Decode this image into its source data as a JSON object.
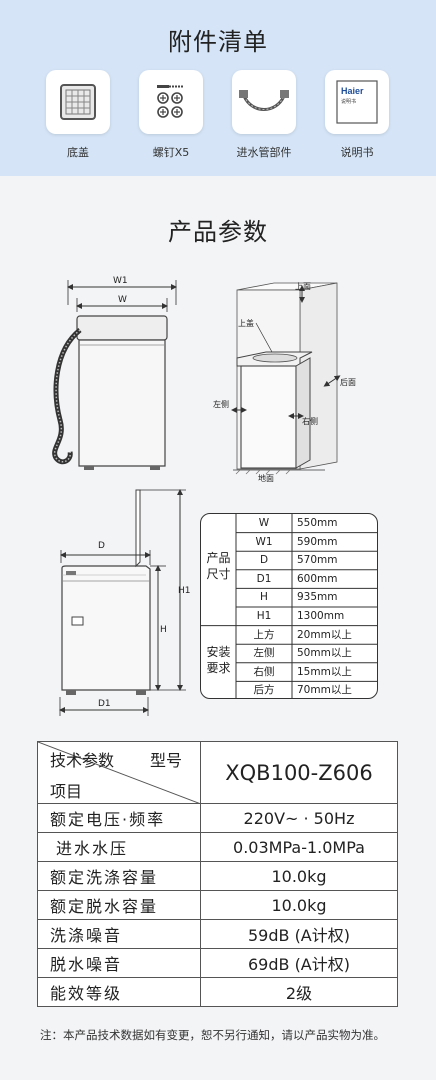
{
  "accessories": {
    "title": "附件清单",
    "items": [
      {
        "label": "底盖",
        "icon": "base-cover-icon"
      },
      {
        "label": "螺钉X5",
        "icon": "screws-icon"
      },
      {
        "label": "进水管部件",
        "icon": "water-hose-icon"
      },
      {
        "label": "说明书",
        "icon": "manual-icon",
        "brand": "Haier",
        "caption": "说明书"
      }
    ]
  },
  "params": {
    "title": "产品参数",
    "front_diagram": {
      "w1": "W1",
      "w": "W"
    },
    "install_diagram": {
      "top": "上面",
      "top_cover": "上盖",
      "back": "后面",
      "left": "左侧",
      "right": "右侧",
      "floor": "地面"
    },
    "side_diagram": {
      "d": "D",
      "h": "H",
      "h1": "H1",
      "d1": "D1"
    },
    "dims_table": {
      "group1": "产品尺寸",
      "group1_rows": [
        {
          "k": "W",
          "v": "550mm"
        },
        {
          "k": "W1",
          "v": "590mm"
        },
        {
          "k": "D",
          "v": "570mm"
        },
        {
          "k": "D1",
          "v": "600mm"
        },
        {
          "k": "H",
          "v": "935mm"
        },
        {
          "k": "H1",
          "v": "1300mm"
        }
      ],
      "group2": "安装要求",
      "group2_rows": [
        {
          "k": "上方",
          "v": "20mm以上"
        },
        {
          "k": "左侧",
          "v": "50mm以上"
        },
        {
          "k": "右侧",
          "v": "15mm以上"
        },
        {
          "k": "后方",
          "v": "70mm以上"
        }
      ]
    }
  },
  "spec": {
    "header_tech": "技术参数",
    "header_model": "型号",
    "header_item": "项目",
    "model": "XQB100-Z606",
    "rows": [
      {
        "k": "额定电压·频率",
        "v": "220V~ · 50Hz"
      },
      {
        "k": "进水水压",
        "v": "0.03MPa-1.0MPa"
      },
      {
        "k": "额定洗涤容量",
        "v": "10.0kg"
      },
      {
        "k": "额定脱水容量",
        "v": "10.0kg"
      },
      {
        "k": "洗涤噪音",
        "v": "59dB (A计权)"
      },
      {
        "k": "脱水噪音",
        "v": "69dB (A计权)"
      },
      {
        "k": "能效等级",
        "v": "2级"
      }
    ]
  },
  "note": "注：本产品技术数据如有变更，恕不另行通知，请以产品实物为准。"
}
